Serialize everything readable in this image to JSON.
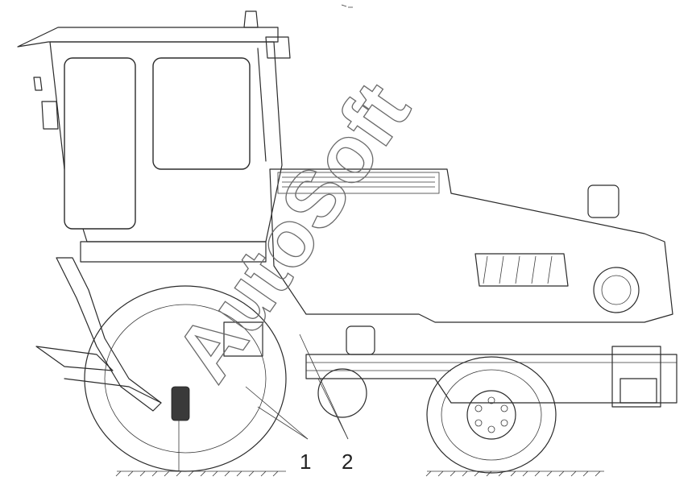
{
  "drawing": {
    "callouts": [
      {
        "label": "1"
      },
      {
        "label": "2"
      }
    ],
    "watermark": "AutoSoft",
    "line_color": "#2b2b2b"
  }
}
